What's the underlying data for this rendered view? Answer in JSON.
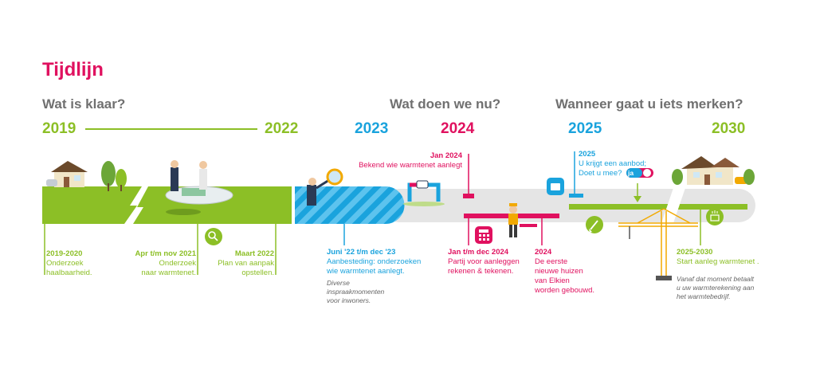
{
  "title": "Tijdlijn",
  "sections": {
    "done": "Wat is klaar?",
    "now": "Wat doen we nu?",
    "notice": "Wanneer gaat u iets merken?"
  },
  "years": {
    "y2019": "2019",
    "y2022": "2022",
    "y2023": "2023",
    "y2024": "2024",
    "y2025": "2025",
    "y2030": "2030"
  },
  "events": {
    "e1": {
      "date": "2019-2020",
      "line1": "Onderzoek",
      "line2": "haalbaarheid."
    },
    "e2": {
      "date": "Apr t/m nov 2021",
      "line1": "Onderzoek",
      "line2": "naar warmtenet."
    },
    "e3": {
      "date": "Maart 2022",
      "line1": "Plan van aanpak",
      "line2": "opstellen."
    },
    "e4": {
      "date": "Juni '22 t/m dec '23",
      "line1": "Aanbesteding: onderzoeken",
      "line2": "wie warmtenet aanlegt.",
      "note1": "Diverse",
      "note2": "inspraakmomenten",
      "note3": "voor inwoners."
    },
    "e5": {
      "date": "Jan 2024",
      "line1": "Bekend wie warmtenet aanlegt"
    },
    "e6": {
      "date": "Jan t/m dec 2024",
      "line1": "Partij voor aanleggen",
      "line2": "rekenen & tekenen."
    },
    "e7": {
      "date": "2024",
      "line1": "De eerste",
      "line2": "nieuwe huizen",
      "line3": "van Elkien",
      "line4": "worden gebouwd."
    },
    "e8": {
      "date": "2025",
      "line1": "U krijgt een aanbod;",
      "line2": "Doet u mee?",
      "toggle": "ja"
    },
    "e9": {
      "date": "2025-2030",
      "line1": "Start aanleg warmtenet .",
      "note1": "Vanaf dat moment betaalt",
      "note2": "u uw warmterekening aan",
      "note3": "het warmtebedrijf."
    }
  },
  "colors": {
    "green": "#8cbf26",
    "blue": "#1aa3dd",
    "red": "#e0115f",
    "gray_track": "#e5e5e5",
    "crane": "#f2a900"
  },
  "icons": [
    "house-icon",
    "tree-icon",
    "people-meeting-icon",
    "magnifier-icon",
    "pipe-icon",
    "calculator-icon",
    "worker-icon",
    "wallet-icon",
    "toggle-icon",
    "shovel-icon",
    "crane-icon",
    "heating-icon",
    "houses-icon"
  ]
}
